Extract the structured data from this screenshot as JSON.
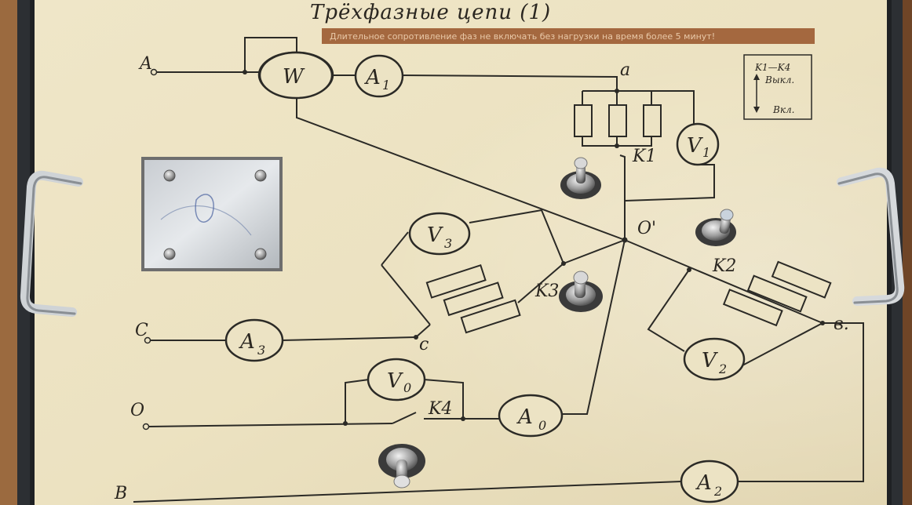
{
  "panel": {
    "title": "Трёхфазные цепи (1)",
    "warning_text": "Длительное сопротивление фаз не включать без нагрузки на время более 5 минут!",
    "legend": {
      "range": "K1—K4",
      "up": "Выкл.",
      "down": "Вкл."
    }
  },
  "terminals": {
    "a_in": "A",
    "c_in": "C",
    "o_in": "O",
    "b_in": "B"
  },
  "nodes": {
    "a": "a",
    "b": "в.",
    "c": "c",
    "neutral": "O'"
  },
  "meters": {
    "wattmeter": "W",
    "ammeter_a": "A",
    "ammeter_a_sub": "1",
    "ammeter_c": "A",
    "ammeter_c_sub": "3",
    "ammeter_o": "A",
    "ammeter_o_sub": "0",
    "ammeter_b": "A",
    "ammeter_b_sub": "2",
    "voltmeter_1": "V",
    "voltmeter_1_sub": "1",
    "voltmeter_2": "V",
    "voltmeter_2_sub": "2",
    "voltmeter_3": "V",
    "voltmeter_3_sub": "3",
    "voltmeter_0": "V",
    "voltmeter_0_sub": "0"
  },
  "switches": {
    "k1": "K1",
    "k2": "K2",
    "k3": "K3",
    "k4": "K4"
  },
  "colors": {
    "panel": "#ece3c4",
    "frame": "#2c2f33",
    "warning_strip": "#a4683f",
    "wood": "#8a5a35"
  }
}
